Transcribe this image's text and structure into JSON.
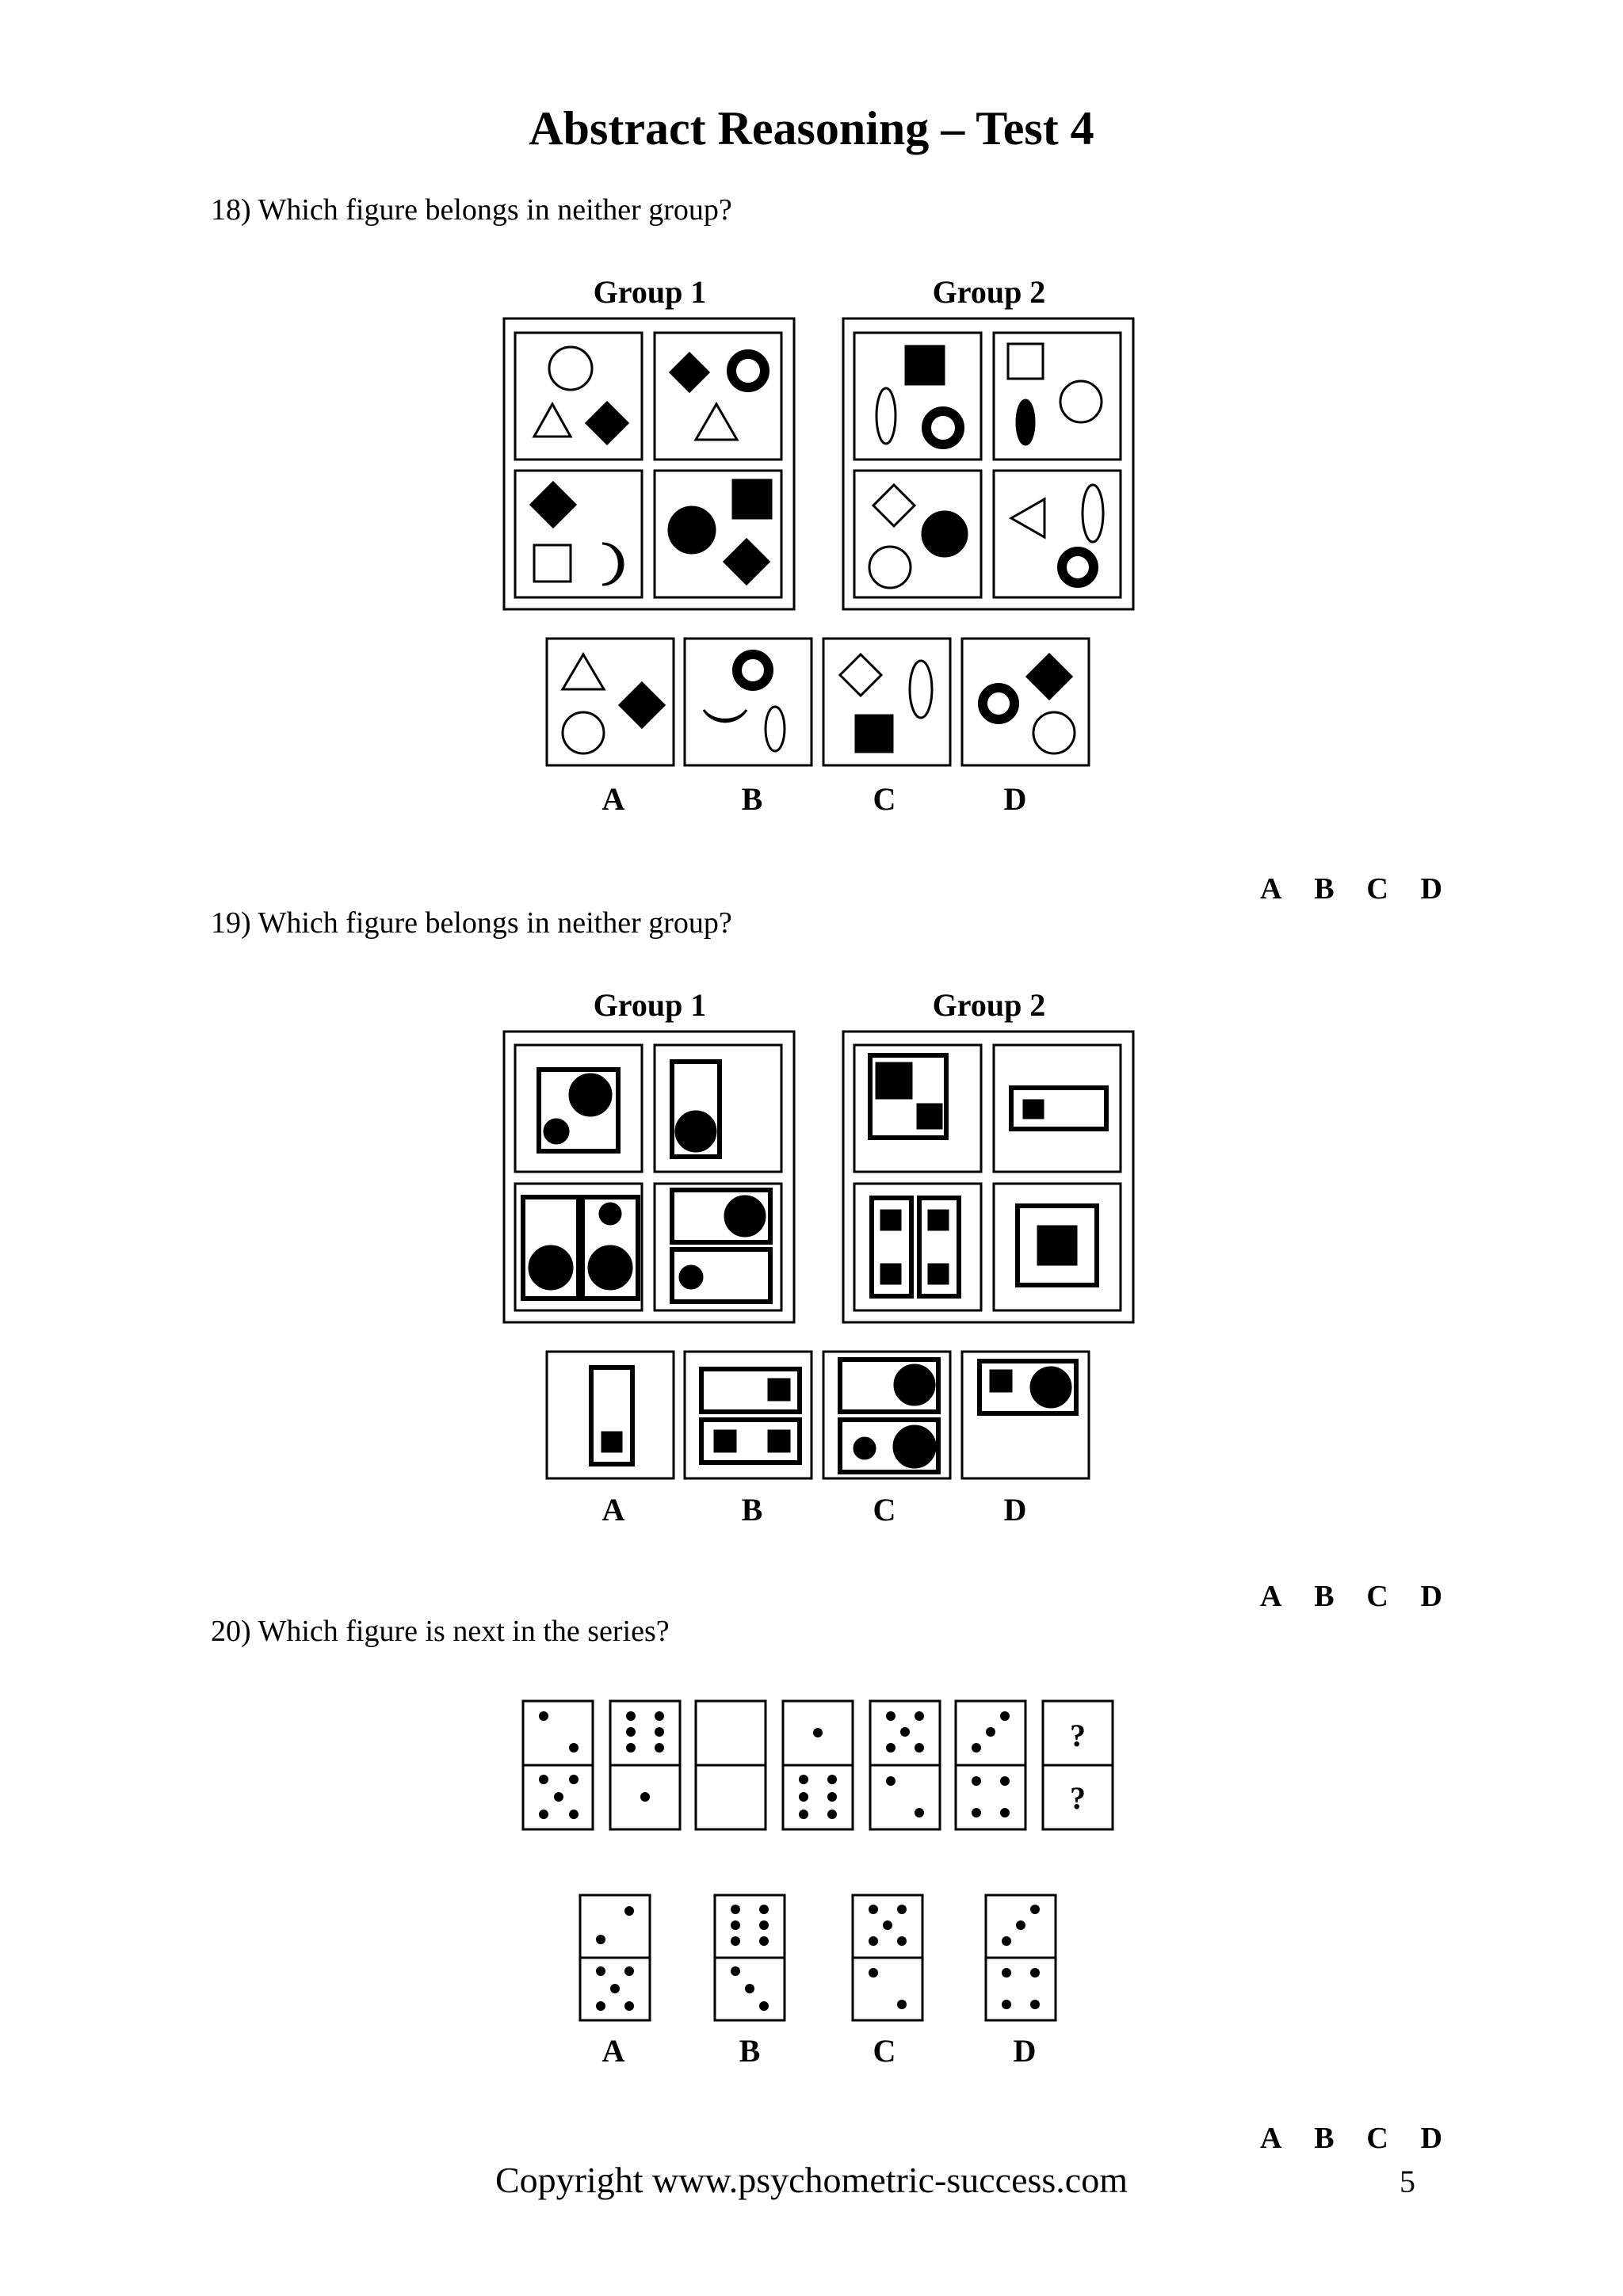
{
  "title": "Abstract Reasoning – Test 4",
  "questions": [
    {
      "number": "18)",
      "text": "18) Which figure belongs in neither group?",
      "group_labels": [
        "Group 1",
        "Group 2"
      ],
      "option_labels": [
        "A",
        "B",
        "C",
        "D"
      ],
      "answer_choices": [
        "A",
        "B",
        "C",
        "D"
      ]
    },
    {
      "number": "19)",
      "text": "19) Which figure belongs in neither group?",
      "group_labels": [
        "Group 1",
        "Group 2"
      ],
      "option_labels": [
        "A",
        "B",
        "C",
        "D"
      ],
      "answer_choices": [
        "A",
        "B",
        "C",
        "D"
      ]
    },
    {
      "number": "20)",
      "text": "20) Which figure is next in the series?",
      "series_unknown": "?",
      "option_labels": [
        "A",
        "B",
        "C",
        "D"
      ],
      "answer_choices": [
        "A",
        "B",
        "C",
        "D"
      ]
    }
  ],
  "footer": "Copyright www.psychometric-success.com",
  "page_number": "5"
}
